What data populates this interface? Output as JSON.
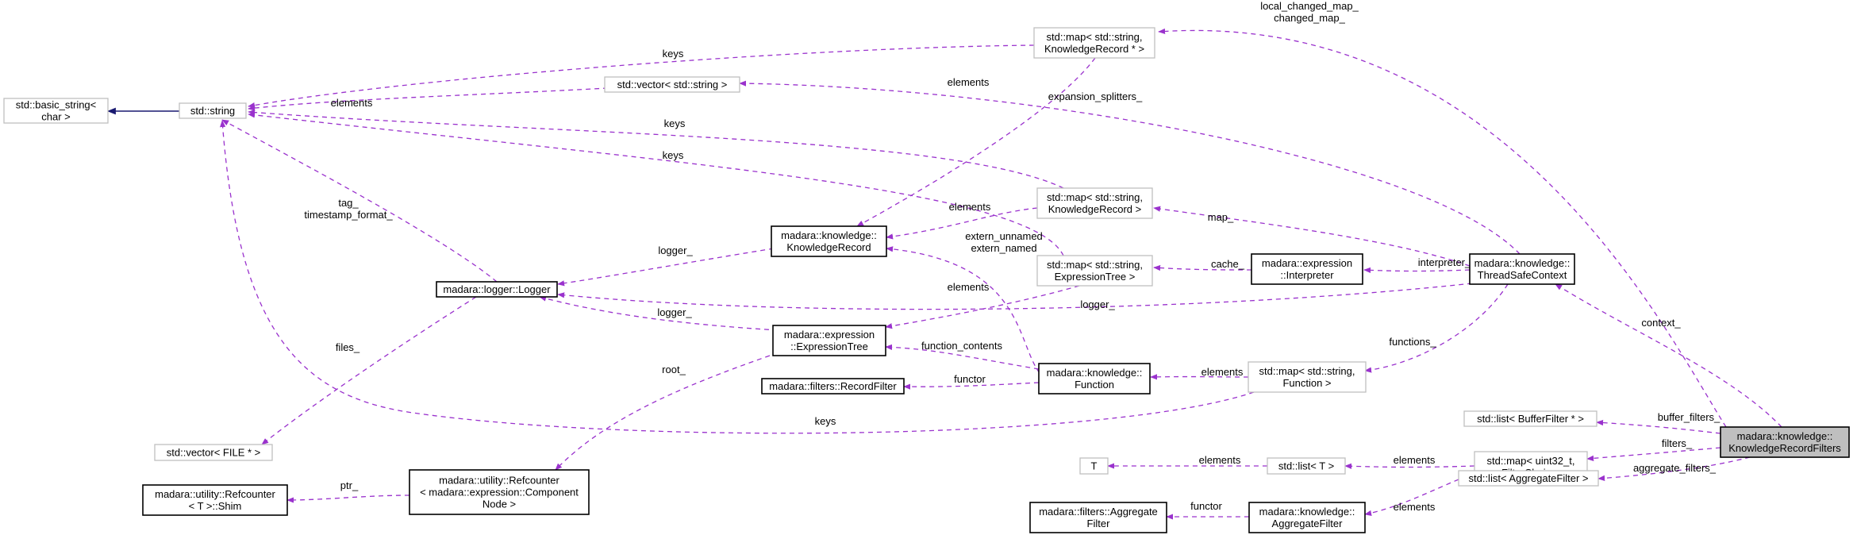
{
  "diagram": {
    "nodes": {
      "basic_string": {
        "lines": [
          "std::basic_string<",
          "char >"
        ],
        "style": "gray"
      },
      "string": {
        "lines": [
          "std::string"
        ],
        "style": "gray"
      },
      "vector_string": {
        "lines": [
          "std::vector< std::string >"
        ],
        "style": "gray"
      },
      "map_string_record_ptr": {
        "lines": [
          "std::map< std::string,",
          "KnowledgeRecord * >"
        ],
        "style": "gray"
      },
      "map_string_record": {
        "lines": [
          "std::map< std::string,",
          "KnowledgeRecord >"
        ],
        "style": "gray"
      },
      "map_string_tree": {
        "lines": [
          "std::map< std::string,",
          "ExpressionTree >"
        ],
        "style": "gray"
      },
      "map_string_function": {
        "lines": [
          "std::map< std::string,",
          "Function >"
        ],
        "style": "gray"
      },
      "logger": {
        "lines": [
          "madara::logger::Logger"
        ],
        "style": "solid"
      },
      "knowledge_record": {
        "lines": [
          "madara::knowledge::",
          "KnowledgeRecord"
        ],
        "style": "solid"
      },
      "expression_tree": {
        "lines": [
          "madara::expression",
          "::ExpressionTree"
        ],
        "style": "solid"
      },
      "record_filter": {
        "lines": [
          "madara::filters::RecordFilter"
        ],
        "style": "solid"
      },
      "function": {
        "lines": [
          "madara::knowledge::",
          "Function"
        ],
        "style": "solid"
      },
      "interpreter": {
        "lines": [
          "madara::expression",
          "::Interpreter"
        ],
        "style": "solid"
      },
      "thread_safe_context": {
        "lines": [
          "madara::knowledge::",
          "ThreadSafeContext"
        ],
        "style": "solid"
      },
      "vector_file": {
        "lines": [
          "std::vector< FILE * >"
        ],
        "style": "gray"
      },
      "refcounter_shim": {
        "lines": [
          "madara::utility::Refcounter",
          "< T >::Shim"
        ],
        "style": "solid"
      },
      "refcounter_component": {
        "lines": [
          "madara::utility::Refcounter",
          "< madara::expression::Component",
          "Node >"
        ],
        "style": "solid"
      },
      "t": {
        "lines": [
          "T"
        ],
        "style": "gray"
      },
      "list_t": {
        "lines": [
          "std::list< T >"
        ],
        "style": "gray"
      },
      "aggregate_filter_base": {
        "lines": [
          "madara::filters::Aggregate",
          "Filter"
        ],
        "style": "solid"
      },
      "knowledge_aggregate_filter": {
        "lines": [
          "madara::knowledge::",
          "AggregateFilter"
        ],
        "style": "solid"
      },
      "list_buffer_filter": {
        "lines": [
          "std::list< BufferFilter * >"
        ],
        "style": "gray"
      },
      "map_filter_chain": {
        "lines": [
          "std::map< uint32_t,",
          "FilterChain >"
        ],
        "style": "gray"
      },
      "list_aggregate_filter": {
        "lines": [
          "std::list< AggregateFilter >"
        ],
        "style": "gray"
      },
      "knowledge_record_filters": {
        "lines": [
          "madara::knowledge::",
          "KnowledgeRecordFilters"
        ],
        "style": "focus"
      }
    },
    "edge_labels": {
      "local_changed_map": [
        "local_changed_map_",
        "changed_map_"
      ],
      "keys_top": [
        "keys"
      ],
      "elements_vector": [
        "elements"
      ],
      "elements_map_ptr": [
        "elements"
      ],
      "expansion_splitters": [
        "expansion_splitters_"
      ],
      "keys_mid": [
        "keys"
      ],
      "keys_tree": [
        "keys"
      ],
      "elements_record": [
        "elements"
      ],
      "map_": [
        "map_"
      ],
      "tag": [
        "tag_",
        "timestamp_format_"
      ],
      "logger_record": [
        "logger_"
      ],
      "extern": [
        "extern_unnamed",
        "extern_named"
      ],
      "cache": [
        "cache_"
      ],
      "interpreter_": [
        "interpreter_"
      ],
      "elements_tree": [
        "elements"
      ],
      "logger_tsc": [
        "logger_"
      ],
      "logger_tree": [
        "logger_"
      ],
      "files": [
        "files_"
      ],
      "function_contents": [
        "function_contents"
      ],
      "functions": [
        "functions_"
      ],
      "context": [
        "context_"
      ],
      "root": [
        "root_"
      ],
      "functor_record": [
        "functor"
      ],
      "elements_function": [
        "elements"
      ],
      "keys_bottom": [
        "keys"
      ],
      "buffer_filters": [
        "buffer_filters_"
      ],
      "filters": [
        "filters_"
      ],
      "elements_t": [
        "elements"
      ],
      "elements_list_t": [
        "elements"
      ],
      "aggregate_filters": [
        "aggregate_filters_"
      ],
      "ptr": [
        "ptr_"
      ],
      "functor_aggregate": [
        "functor"
      ],
      "elements_aggregate": [
        "elements"
      ]
    }
  }
}
